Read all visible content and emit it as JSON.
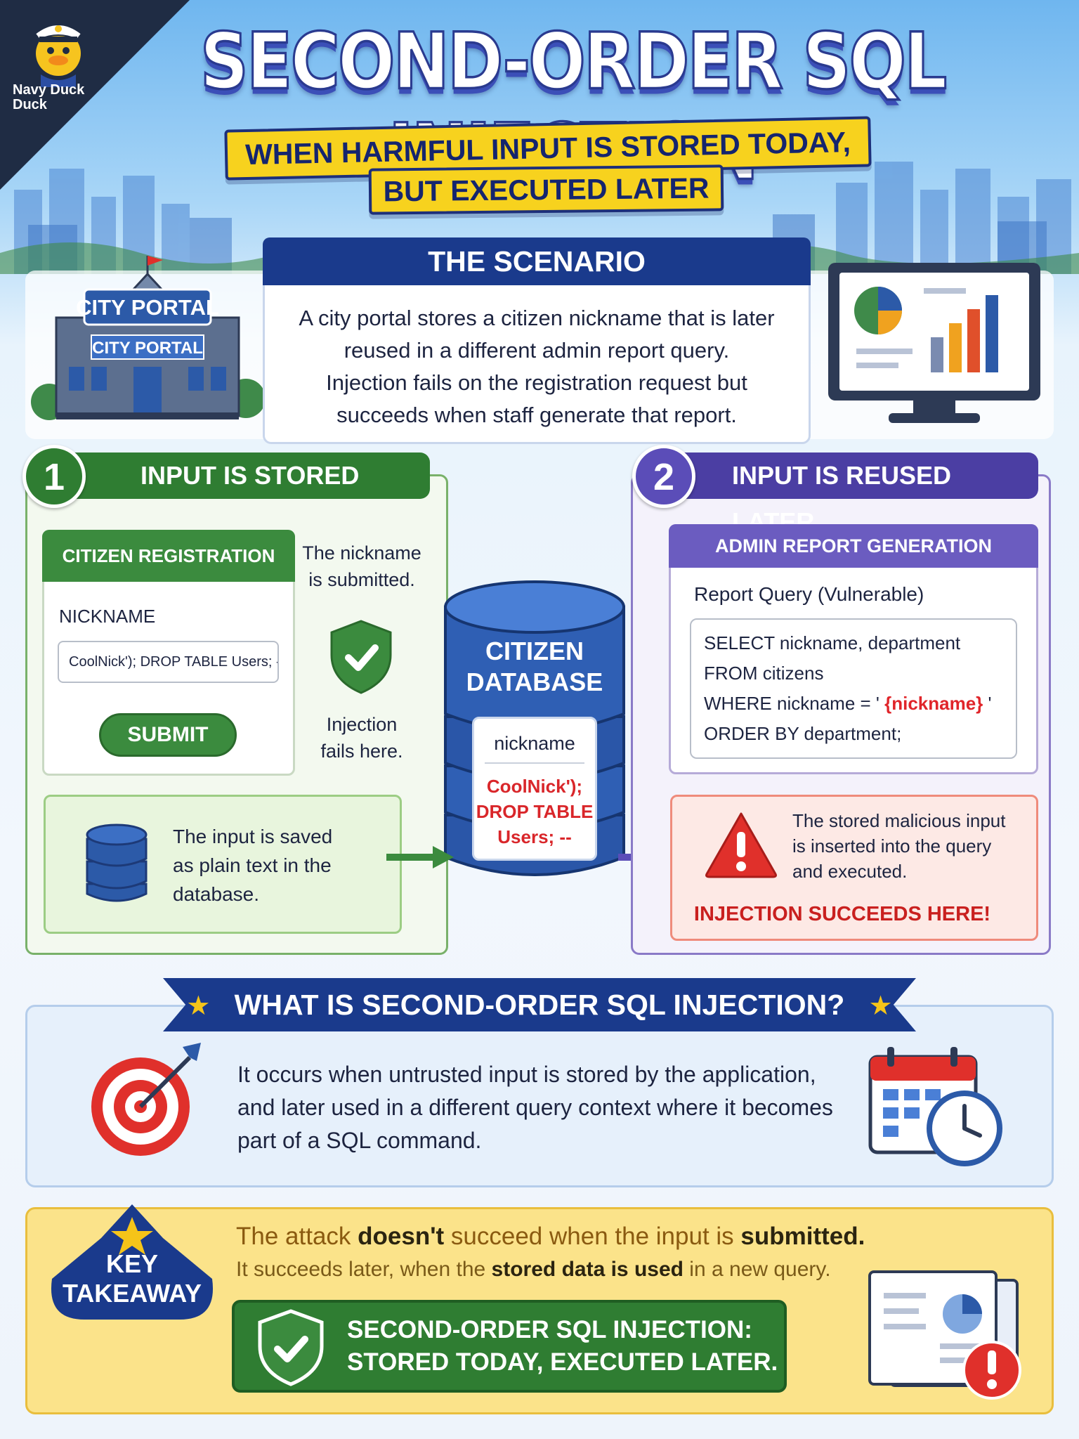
{
  "brand": {
    "line1": "Navy Duck",
    "line2": "Duck"
  },
  "header": {
    "title": "SECOND-ORDER SQL INJECTION",
    "subtitle_line1": "WHEN HARMFUL INPUT IS STORED TODAY,",
    "subtitle_line2": "BUT EXECUTED LATER"
  },
  "scenario": {
    "title": "THE SCENARIO",
    "line1": "A city portal stores a citizen nickname that is later",
    "line2": "reused in a different admin report query.",
    "line3": "Injection fails on the registration request but",
    "line4": "succeeds when staff generate that report.",
    "sign": "CITY PORTAL",
    "sign2": "CITY PORTAL"
  },
  "step1": {
    "number": "1",
    "title": "INPUT IS STORED",
    "form_title": "CITIZEN REGISTRATION",
    "field_label": "NICKNAME",
    "field_value": "CoolNick'); DROP TABLE Users; --",
    "submit_label": "SUBMIT",
    "note_submitted_1": "The nickname",
    "note_submitted_2": "is submitted.",
    "note_fails_1": "Injection",
    "note_fails_2": "fails here.",
    "saved_1": "The input is saved",
    "saved_2": "as plain text in the",
    "saved_3": "database."
  },
  "database": {
    "title_1": "CITIZEN",
    "title_2": "DATABASE",
    "column": "nickname",
    "value_1": "CoolNick');",
    "value_2": "DROP TABLE",
    "value_3": "Users; --"
  },
  "step2": {
    "number": "2",
    "title": "INPUT IS REUSED LATER",
    "panel_title": "ADMIN REPORT GENERATION",
    "query_label": "Report Query (Vulnerable)",
    "q1": "SELECT nickname, department",
    "q2": "FROM citizens",
    "q3_pre": "WHERE nickname = '",
    "q3_var": "{nickname}",
    "q3_post": "'",
    "q4": "ORDER BY department;",
    "alert_1": "The stored malicious input",
    "alert_2": "is inserted into the query",
    "alert_3": "and executed.",
    "alert_strong": "INJECTION SUCCEEDS HERE!"
  },
  "what": {
    "title": "WHAT IS SECOND-ORDER SQL INJECTION?",
    "line1": "It occurs when untrusted input is stored by the application,",
    "line2": "and later used in a different query context where it becomes",
    "line3": "part of a SQL command."
  },
  "takeaway": {
    "badge_1": "KEY",
    "badge_2": "TAKEAWAY",
    "line1_a": "The attack ",
    "line1_b": "doesn't",
    "line1_c": " succeed when the input is ",
    "line1_d": "submitted.",
    "line2_a": "It succeeds later, when the ",
    "line2_b": "stored data is used",
    "line2_c": " in a new query.",
    "banner_1": "SECOND-ORDER SQL INJECTION:",
    "banner_2": "STORED TODAY, EXECUTED LATER."
  },
  "colors": {
    "navy": "#1a3a8c",
    "green": "#2f7d32",
    "purple": "#4b3ea3",
    "yellow": "#f7d21e",
    "red": "#d9262a"
  }
}
